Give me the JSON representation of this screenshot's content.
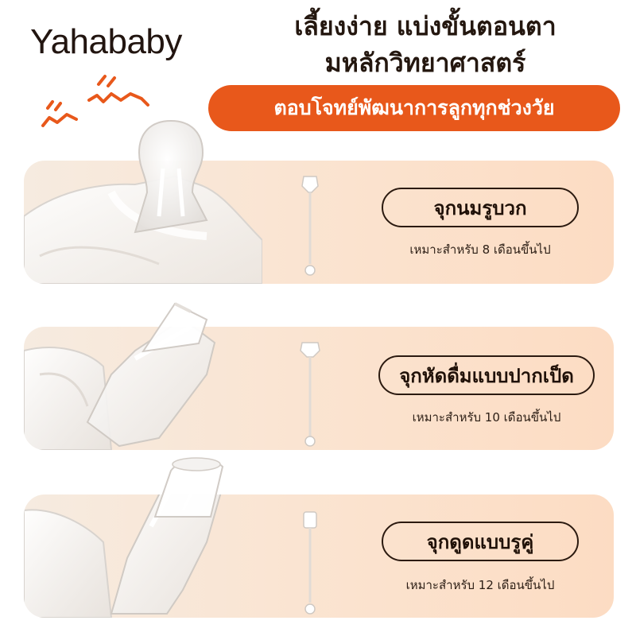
{
  "brand": {
    "logo": "Yahababy"
  },
  "header": {
    "headline_line1": "เลี้ยงง่าย แบ่งขั้นตอนตา",
    "headline_line2": "มหลักวิทยาศาสตร์",
    "tagline": "ตอบโจทย์พัฒนาการลูกทุกช่วงวัย"
  },
  "products": [
    {
      "name": "จุกนมรูบวก",
      "age": "เหมาะสำหรับ 8 เดือนขึ้นไป"
    },
    {
      "name": "จุกหัดดื่มแบบปากเป็ด",
      "age": "เหมาะสำหรับ 10 เดือนขึ้นไป"
    },
    {
      "name": "จุกดูดแบบรูคู่",
      "age": "เหมาะสำหรับ 12 เดือนขึ้นไป"
    }
  ],
  "colors": {
    "accent": "#e8581b",
    "card_background": "#fbe3cf",
    "text_dark": "#24170f"
  }
}
